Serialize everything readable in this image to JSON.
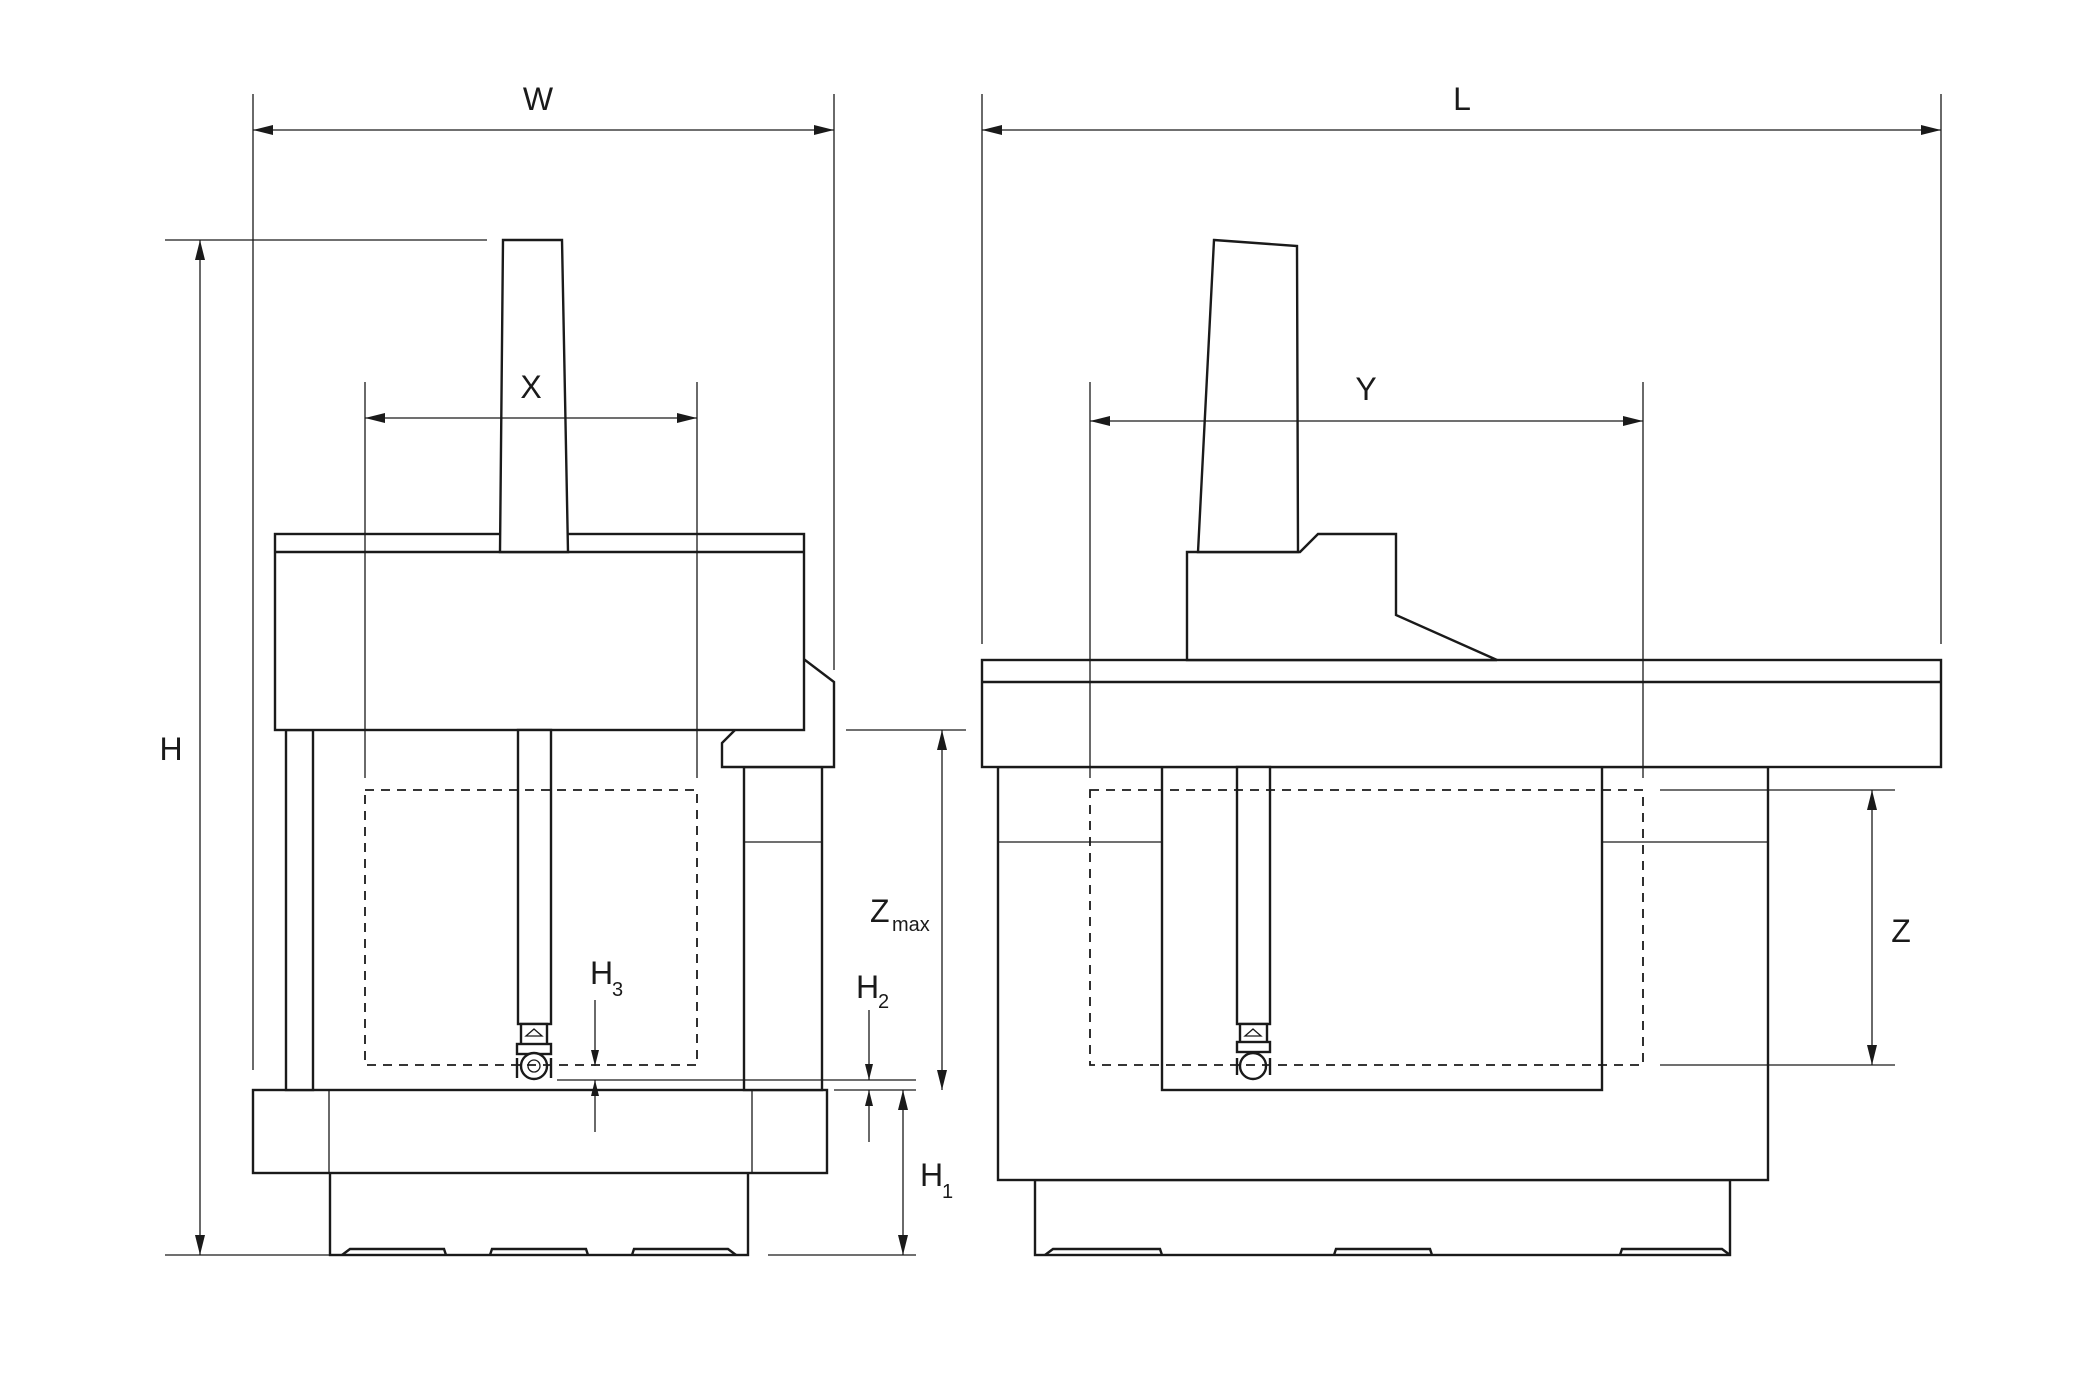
{
  "labels": {
    "width": "W",
    "length": "L",
    "height": "H",
    "x_travel": "X",
    "y_travel": "Y",
    "z_travel": "Z",
    "zmax_main": "Z",
    "zmax_sub": "max",
    "h1_main": "H",
    "h1_sub": "1",
    "h2_main": "H",
    "h2_sub": "2",
    "h3_main": "H",
    "h3_sub": "3"
  },
  "colors": {
    "line": "#1a1a1a",
    "background": "#ffffff"
  }
}
